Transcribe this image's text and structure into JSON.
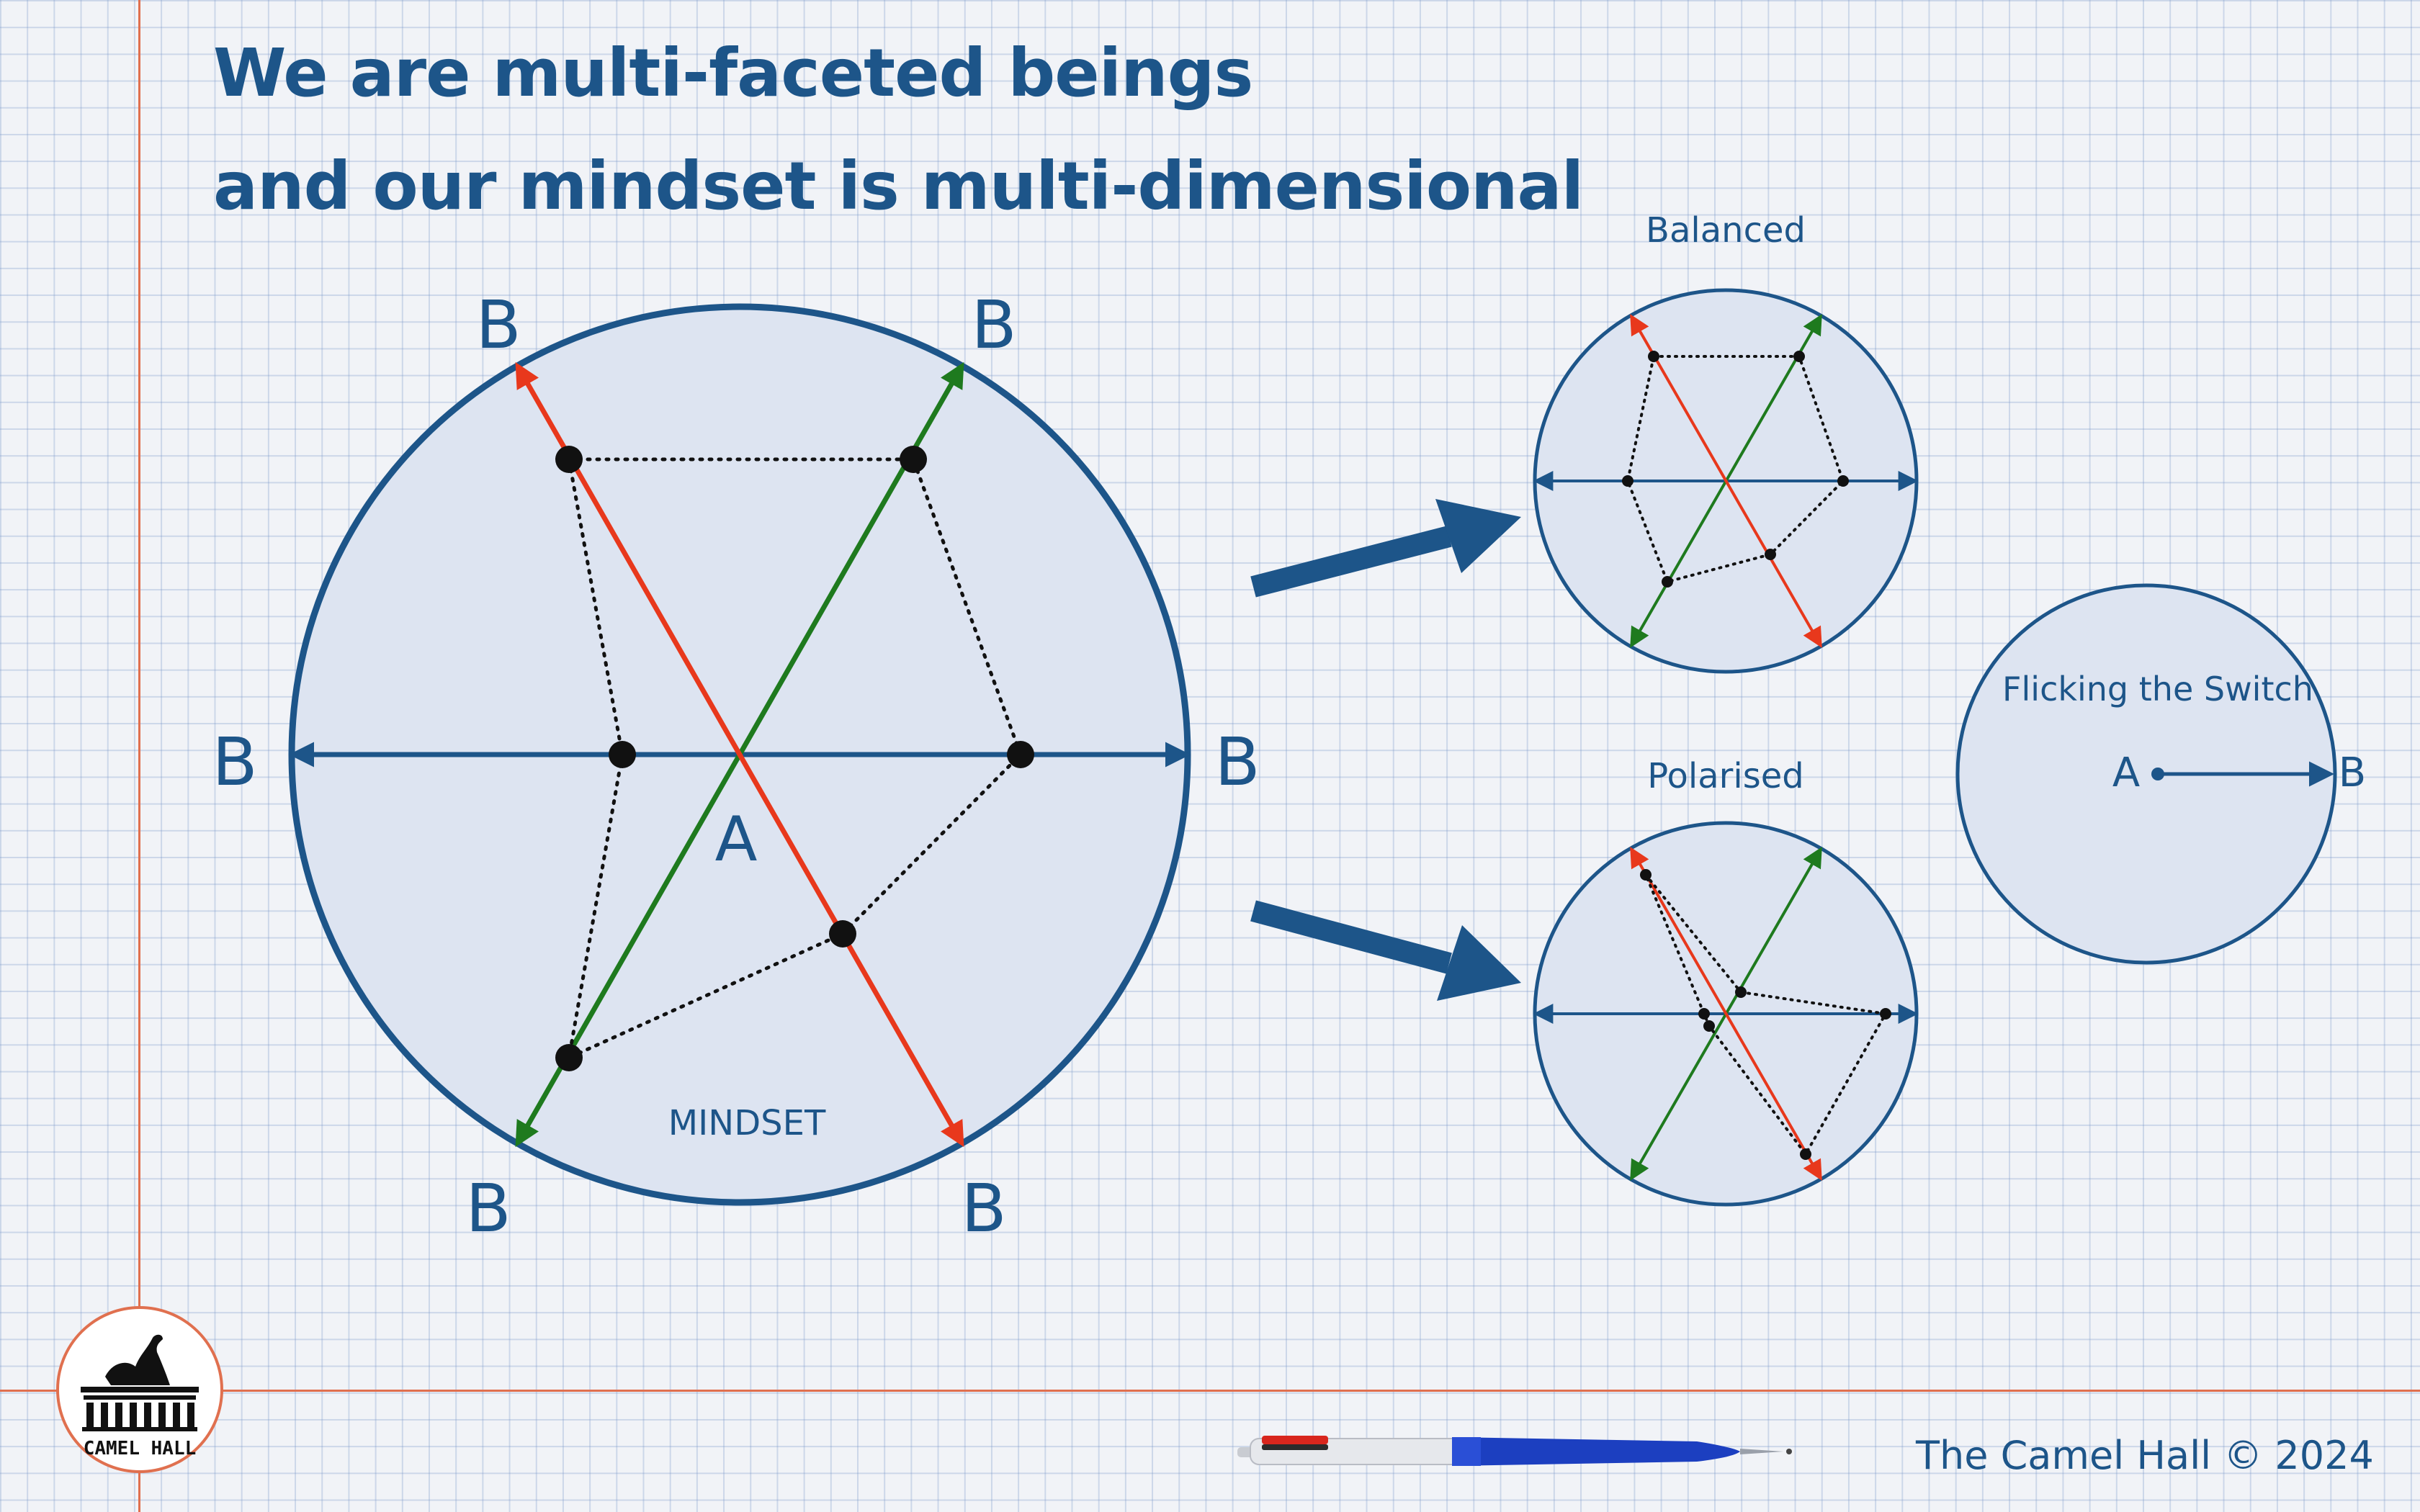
{
  "title": {
    "line1": "We are multi-faceted beings",
    "line2": "and our mindset is multi-dimensional"
  },
  "main_circle": {
    "center_label": "A",
    "endpoint_label": "B",
    "caption": "MINDSET"
  },
  "balanced": {
    "label": "Balanced"
  },
  "polarised": {
    "label": "Polarised"
  },
  "switch": {
    "label": "Flicking the Switch",
    "start_label": "A",
    "end_label": "B"
  },
  "logo": {
    "text": "CAMEL HALL"
  },
  "footer": {
    "copyright": "The Camel Hall © 2024"
  },
  "colors": {
    "ink_blue": "#1d5589",
    "axis_red": "#e8381c",
    "axis_green": "#1e7a1e",
    "circle_fill": "#dde4f1",
    "margin_red": "#e0704f"
  }
}
